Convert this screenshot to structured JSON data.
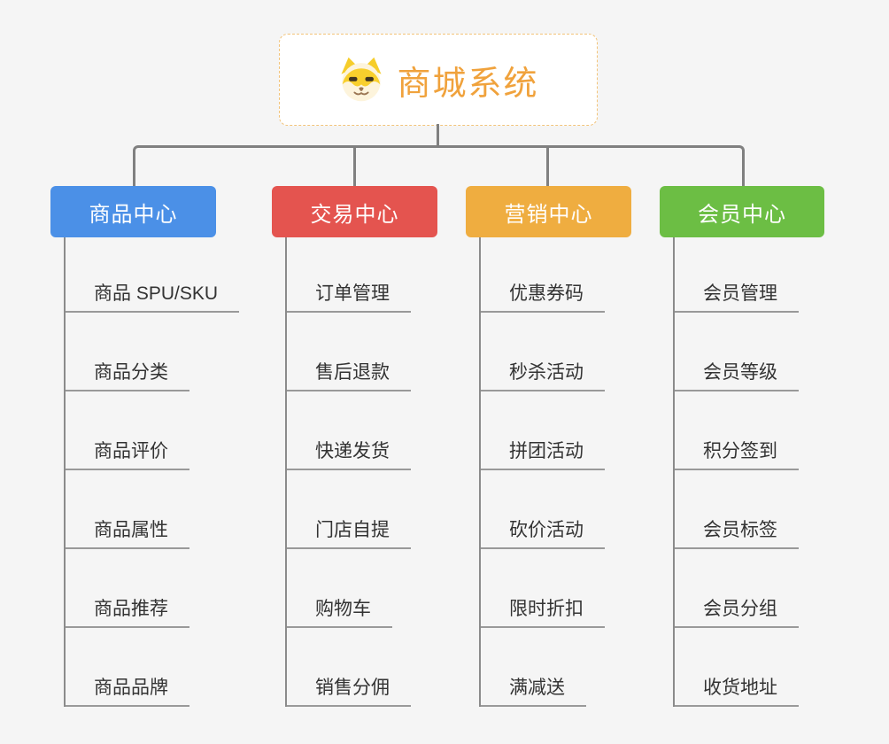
{
  "root": {
    "title": "商城系统",
    "icon": "dog-face"
  },
  "branches": [
    {
      "label": "商品中心",
      "color": "#4b90e7",
      "items": [
        "商品 SPU/SKU",
        "商品分类",
        "商品评价",
        "商品属性",
        "商品推荐",
        "商品品牌"
      ]
    },
    {
      "label": "交易中心",
      "color": "#e4544f",
      "items": [
        "订单管理",
        "售后退款",
        "快递发货",
        "门店自提",
        "购物车",
        "销售分佣"
      ]
    },
    {
      "label": "营销中心",
      "color": "#efad40",
      "items": [
        "优惠券码",
        "秒杀活动",
        "拼团活动",
        "砍价活动",
        "限时折扣",
        "满减送"
      ]
    },
    {
      "label": "会员中心",
      "color": "#6cbe44",
      "items": [
        "会员管理",
        "会员等级",
        "积分签到",
        "会员标签",
        "会员分组",
        "收货地址"
      ]
    }
  ],
  "colors": {
    "background": "#f5f5f5",
    "connector": "#808080",
    "leaf_line": "#999999",
    "leaf_text": "#333333",
    "root_title": "#f0a23c",
    "root_border": "#f2c379"
  }
}
